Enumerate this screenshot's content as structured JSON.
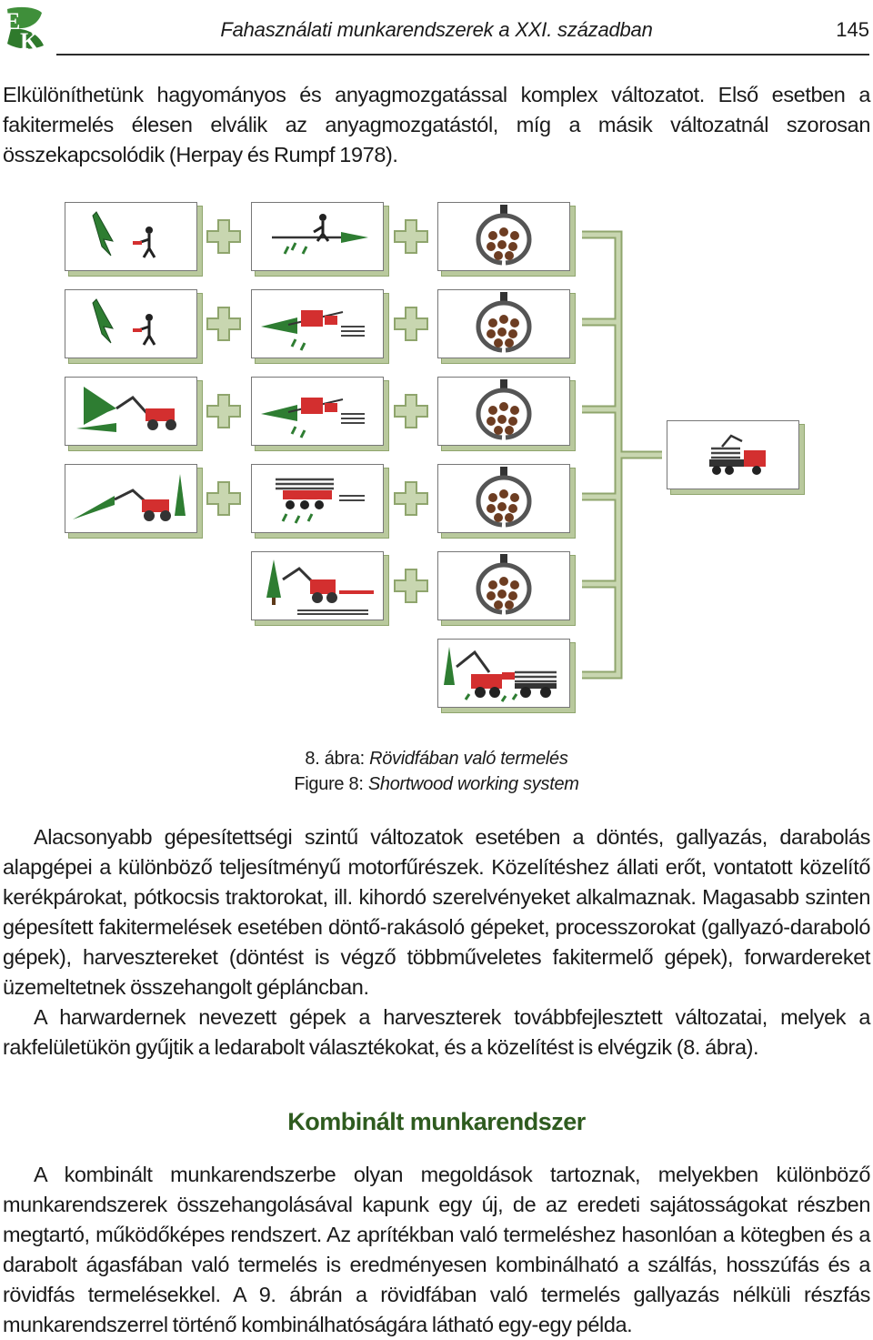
{
  "header": {
    "running_title": "Fahasználati munkarendszerek a XXI. században",
    "page_number": "145",
    "logo_icon": "ek-leaf-logo-icon"
  },
  "intro_paragraph": "Elkülöníthetünk hagyományos és anyagmozgatással komplex változatot. Első esetben a fakitermelés élesen elválik az anyagmozgatástól, míg a másik változatnál szorosan összekapcsolódik (Herpay és Rumpf 1978).",
  "figure": {
    "caption_hu_prefix": "8. ábra: ",
    "caption_hu_title": "Rövidfában való termelés",
    "caption_en_prefix": "Figure 8: ",
    "caption_en_title": "Shortwood  working system",
    "colors": {
      "panel_shadow": "#b9c99d",
      "connector": "#b9c99d",
      "tree": "#2e7d32",
      "machine": "#d32f2f"
    }
  },
  "body_paragraph_1": "Alacsonyabb gépesítettségi szintű változatok esetében a döntés, gallyazás, darabolás alapgépei a különböző teljesítményű motorfűrészek. Közelítéshez állati erőt, vontatott közelítő kerékpárokat, pótkocsis traktorokat, ill. kihordó szerelvényeket alkalmaznak. Magasabb szinten gépesített fakitermelések esetében döntő-rakásoló gépeket, processzorokat (gallyazó-daraboló gépek), harvesztereket (döntést is végző többműveletes fakitermelő gépek), forwardereket üzemeltetnek összehangolt gépláncban.",
  "body_paragraph_2": "A harwardernek nevezett gépek a harveszterek továbbfejlesztett változatai, melyek a rakfelületükön gyűjtik a ledarabolt választékokat, és a közelítést is elvégzik (8. ábra).",
  "section_heading": "Kombinált munkarendszer",
  "body_paragraph_3": "A kombinált munkarendszerbe olyan megoldások tartoznak, melyekben különböző munkarendszerek összehangolásával kapunk egy új, de az eredeti sajátosságokat részben megtartó, működőképes rendszert. Az aprítékban való termeléshez hasonlóan a kötegben és a darabolt ágasfában való termelés is eredményesen kombinálható a szálfás, hosszúfás és a rövidfás termelésekkel. A 9. ábrán a rövidfában való termelés gallyazás nélküli részfás munkarendszerrel történő kombinálhatóságára látható egy-egy példa."
}
